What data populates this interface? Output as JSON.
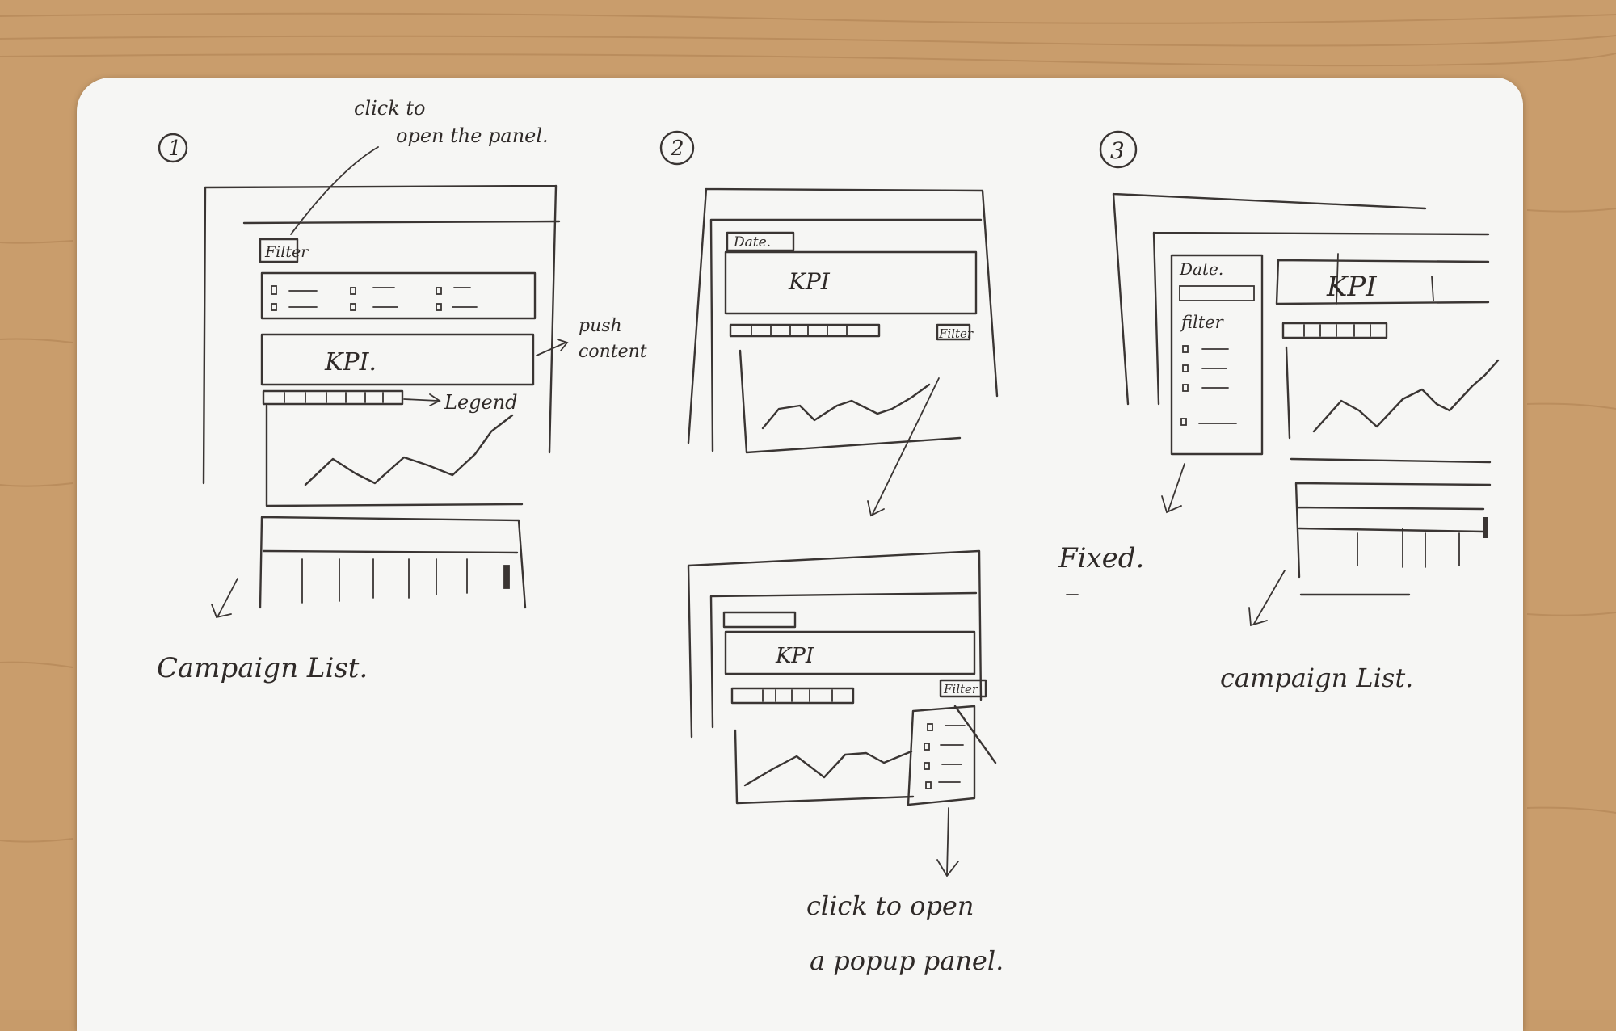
{
  "colors": {
    "ink": "#3a3533",
    "paper": "#f6f6f4",
    "wood": "#c79b6a"
  },
  "sketch1": {
    "number": "1",
    "annotation_click_line1": "click to",
    "annotation_click_line2": "open the panel.",
    "filter_button": "Filter",
    "kpi": "KPI.",
    "push_line1": "push",
    "push_line2": "content",
    "legend": "Legend",
    "campaign_list": "Campaign List."
  },
  "sketch2": {
    "number": "2",
    "date_button": "Date.",
    "kpi": "KPI",
    "filter_button": "Filter",
    "kpi_b": "KPI",
    "filter_button_b": "Filter",
    "popup_note_line1": "click to open",
    "popup_note_line2": "a popup panel."
  },
  "sketch3": {
    "number": "3",
    "date_label": "Date.",
    "filter_label": "filter",
    "kpi": "KPI",
    "fixed": "Fixed.",
    "campaign_list": "campaign List."
  }
}
